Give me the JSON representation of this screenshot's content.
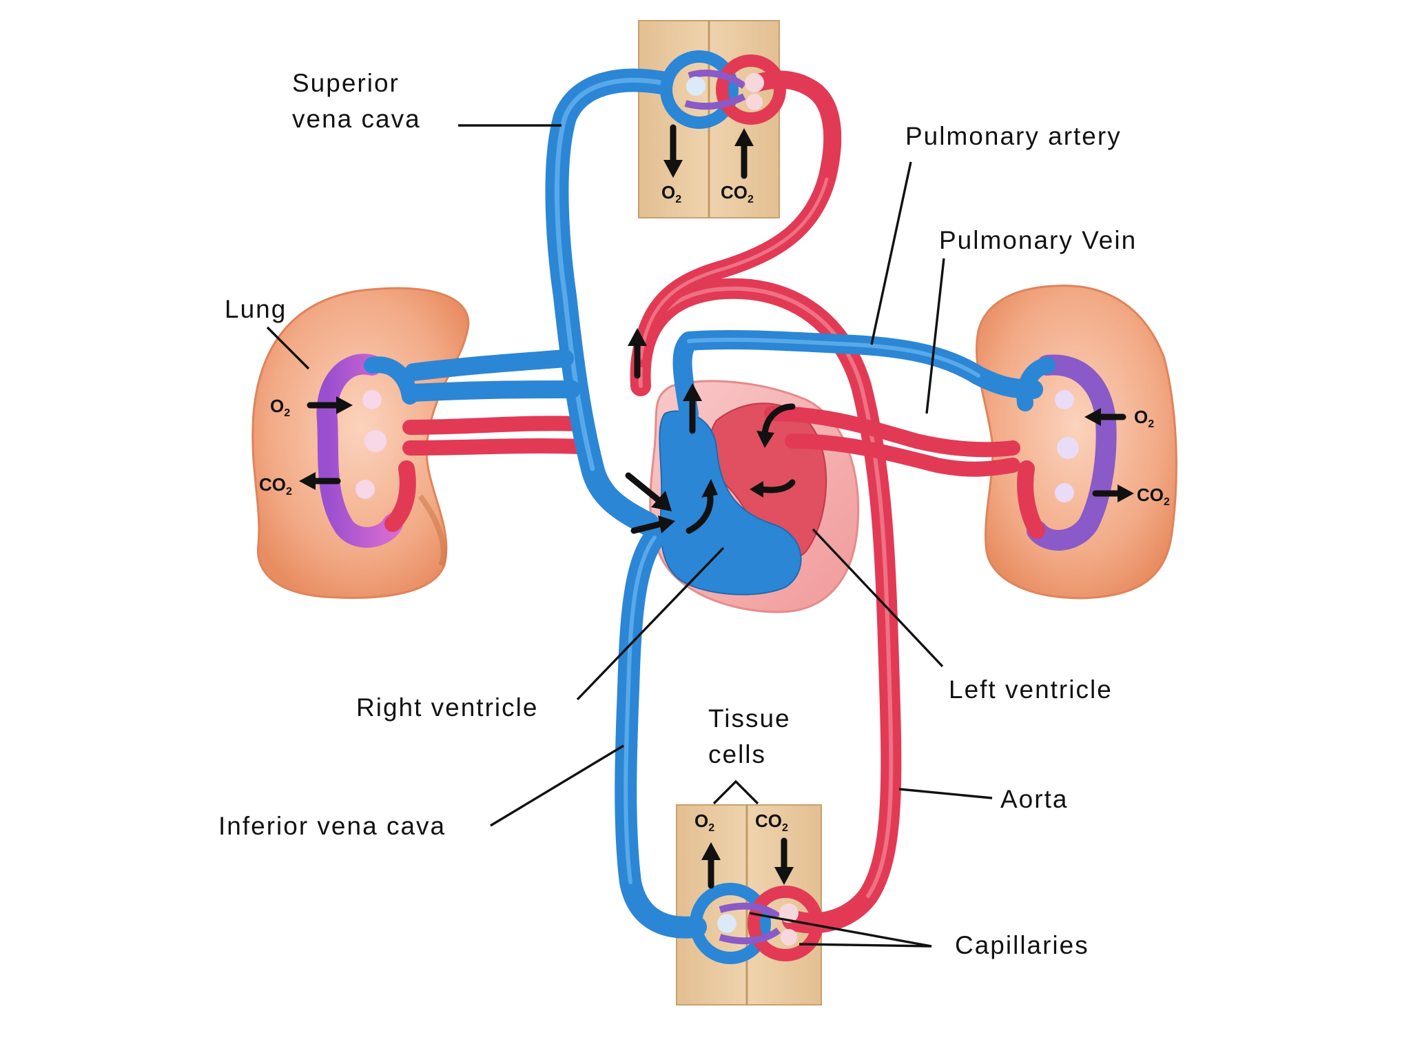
{
  "labels": {
    "superior_vena_cava_1": "Superior",
    "superior_vena_cava_2": "vena cava",
    "pulmonary_artery": "Pulmonary artery",
    "pulmonary_vein": "Pulmonary Vein",
    "lung": "Lung",
    "right_ventricle": "Right ventricle",
    "left_ventricle": "Left ventricle",
    "tissue_cells_1": "Tissue",
    "tissue_cells_2": "cells",
    "inferior_vena_cava": "Inferior vena cava",
    "aorta": "Aorta",
    "capillaries": "Capillaries"
  },
  "gases": {
    "o2": "O",
    "co2": "CO",
    "subscript": "2"
  },
  "colors": {
    "oxygen_poor_blood": "#2b86d6",
    "oxygen_rich_blood": "#e23a55",
    "lung_tissue": "#f0a882",
    "body_tissue": "#e8c9a0",
    "mixed_capillary": "#8a5ac8",
    "heart_outer": "#f6b8b8"
  }
}
